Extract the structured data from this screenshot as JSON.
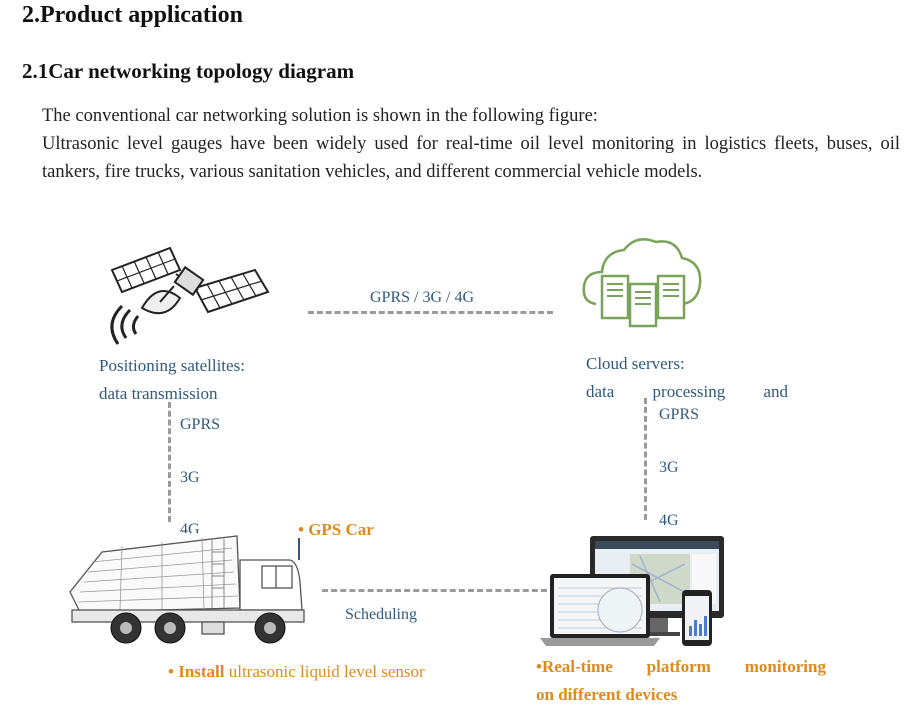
{
  "headings": {
    "section": "2.Product application",
    "subsection": "2.1Car networking topology diagram"
  },
  "intro": {
    "line1": "The conventional car networking solution is shown in the following figure:",
    "line2": "Ultrasonic level gauges have been widely used for real-time oil level monitoring in logistics fleets, buses, oil tankers, fire trucks, various sanitation vehicles, and different commercial vehicle models."
  },
  "diagram": {
    "satellite": {
      "line1": "Positioning satellites:",
      "line2": "data transmission"
    },
    "cloud": {
      "line1": "Cloud servers:",
      "w1": "data",
      "w2": "processing",
      "w3": "and"
    },
    "top_link": "GPRS / 3G / 4G",
    "left_link": [
      "GPRS",
      "3G",
      "4G"
    ],
    "right_link": [
      "GPRS",
      "3G",
      "4G"
    ],
    "bottom_link": "Scheduling",
    "gps_car": "• GPS Car",
    "install": {
      "bold": "• Install",
      "rest": " ultrasonic liquid level sensor"
    },
    "platform": {
      "w1": "•Real-time",
      "w2": "platform",
      "w3": "monitoring",
      "line2": "on different devices"
    }
  },
  "colors": {
    "label_blue": "#2f5a7d",
    "accent_orange": "#e08a1e",
    "cloud_green": "#7aa35a",
    "dash_gray": "#9a9a9a"
  }
}
